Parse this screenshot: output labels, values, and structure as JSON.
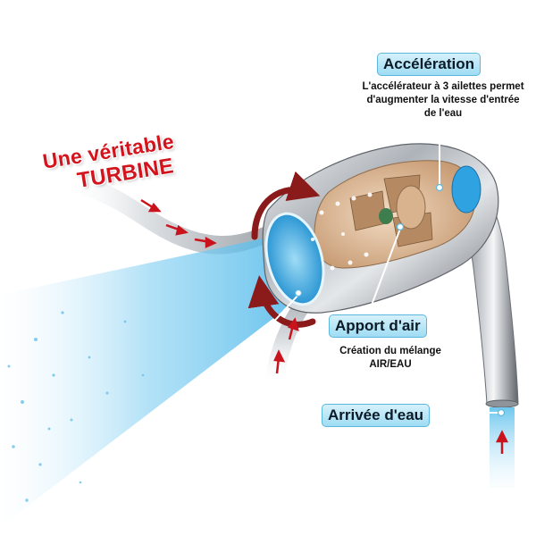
{
  "headline": {
    "line1": "Une véritable",
    "line2": "TURBINE"
  },
  "callouts": {
    "acceleration": {
      "label": "Accélération",
      "note_line1": "L'accélérateur à 3 ailettes permet",
      "note_line2": "d'augmenter la vitesse d'entrée",
      "note_line3": "de l'eau"
    },
    "air": {
      "label": "Apport d'air",
      "note_line1": "Création du mélange",
      "note_line2": "AIR/EAU"
    },
    "water": {
      "label": "Arrivée d'eau"
    }
  },
  "colors": {
    "headline_red": "#d3141c",
    "callout_fill": "#a8e0f5",
    "spray_blue": "#7ccff0",
    "chrome": "#b8bcc1",
    "arrow_red": "#c9141d"
  },
  "icons": [
    "flow-arrow-icon",
    "rotation-arrow-icon"
  ]
}
